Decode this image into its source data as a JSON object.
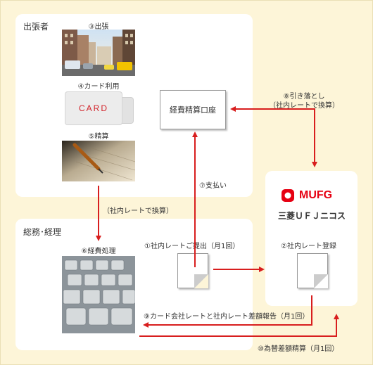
{
  "sections": {
    "traveler_title": "出張者",
    "accounting_title": "総務･経理"
  },
  "steps": {
    "s3": "③出張",
    "s4": "④カード利用",
    "s5": "⑤精算",
    "s6": "⑥経費処理",
    "s1": "①社内レートご提出（月1回）",
    "s2": "②社内レート登録",
    "s7": "⑦支払い",
    "s8_line1": "⑧引き落とし",
    "s8_line2": "（社内レートで換算）",
    "convert_note": "（社内レートで換算）",
    "s9": "⑨カード会社レートと社内レート差額報告（月1回）",
    "s10": "⑩為替差額精算（月1回）"
  },
  "card_text": "CARD",
  "account_box": "経費精算口座",
  "company": {
    "logo_text": "MUFG",
    "name": "三菱ＵＦＪニコス"
  },
  "colors": {
    "arrow": "#d81e1e",
    "background": "#fdf5d8",
    "panel": "#ffffff",
    "mufg_red": "#e60012"
  }
}
